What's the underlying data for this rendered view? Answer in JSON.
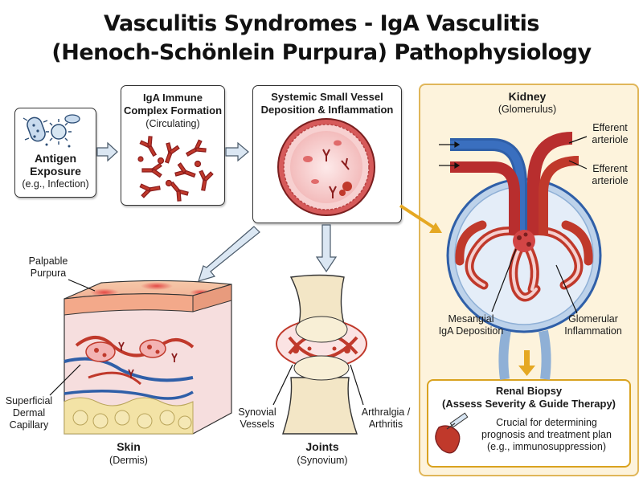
{
  "title": {
    "line1": "Vasculitis Syndromes - IgA Vasculitis",
    "line2": "(Henoch-Schönlein Purpura) Pathophysiology"
  },
  "antigen": {
    "title_line1": "Antigen",
    "title_line2": "Exposure",
    "subtitle": "(e.g., Infection)"
  },
  "complex": {
    "title_line1": "IgA Immune",
    "title_line2": "Complex Formation",
    "subtitle": "(Circulating)"
  },
  "deposition": {
    "title_line1": "Systemic Small Vessel",
    "title_line2": "Deposition & Inflammation"
  },
  "kidney": {
    "title": "Kidney",
    "subtitle": "(Glomerulus)",
    "efferent1_line1": "Efferent",
    "efferent1_line2": "arteriole",
    "efferent2_line1": "Efferent",
    "efferent2_line2": "arteriole",
    "mesangial_line1": "Mesangial",
    "mesangial_line2": "IgA Deposition",
    "glomerular_line1": "Glomerular",
    "glomerular_line2": "Inflammation"
  },
  "biopsy": {
    "title_line1": "Renal Biopsy",
    "title_line2": "(Assess Severity & Guide Therapy)",
    "desc_line1": "Crucial for determining",
    "desc_line2": "prognosis and treatment plan",
    "desc_line3": "(e.g., immunosuppression)"
  },
  "skin": {
    "purpura_line1": "Palpable",
    "purpura_line2": "Purpura",
    "capillary_line1": "Superficial",
    "capillary_line2": "Dermal",
    "capillary_line3": "Capillary",
    "title": "Skin",
    "subtitle": "(Dermis)"
  },
  "joints": {
    "synovial_line1": "Synovial",
    "synovial_line2": "Vessels",
    "arthralgia_line1": "Arthralgia /",
    "arthralgia_line2": "Arthritis",
    "title": "Joints",
    "subtitle": "(Synovium)"
  },
  "colors": {
    "complex_red": "#c0392b",
    "vessel_blue": "#2f5fa8",
    "kidney_panel": "#fdf3dc",
    "kidney_border": "#e0b659",
    "arrow_blue": "#dbe7f3",
    "arrow_gold": "#e5a823"
  }
}
